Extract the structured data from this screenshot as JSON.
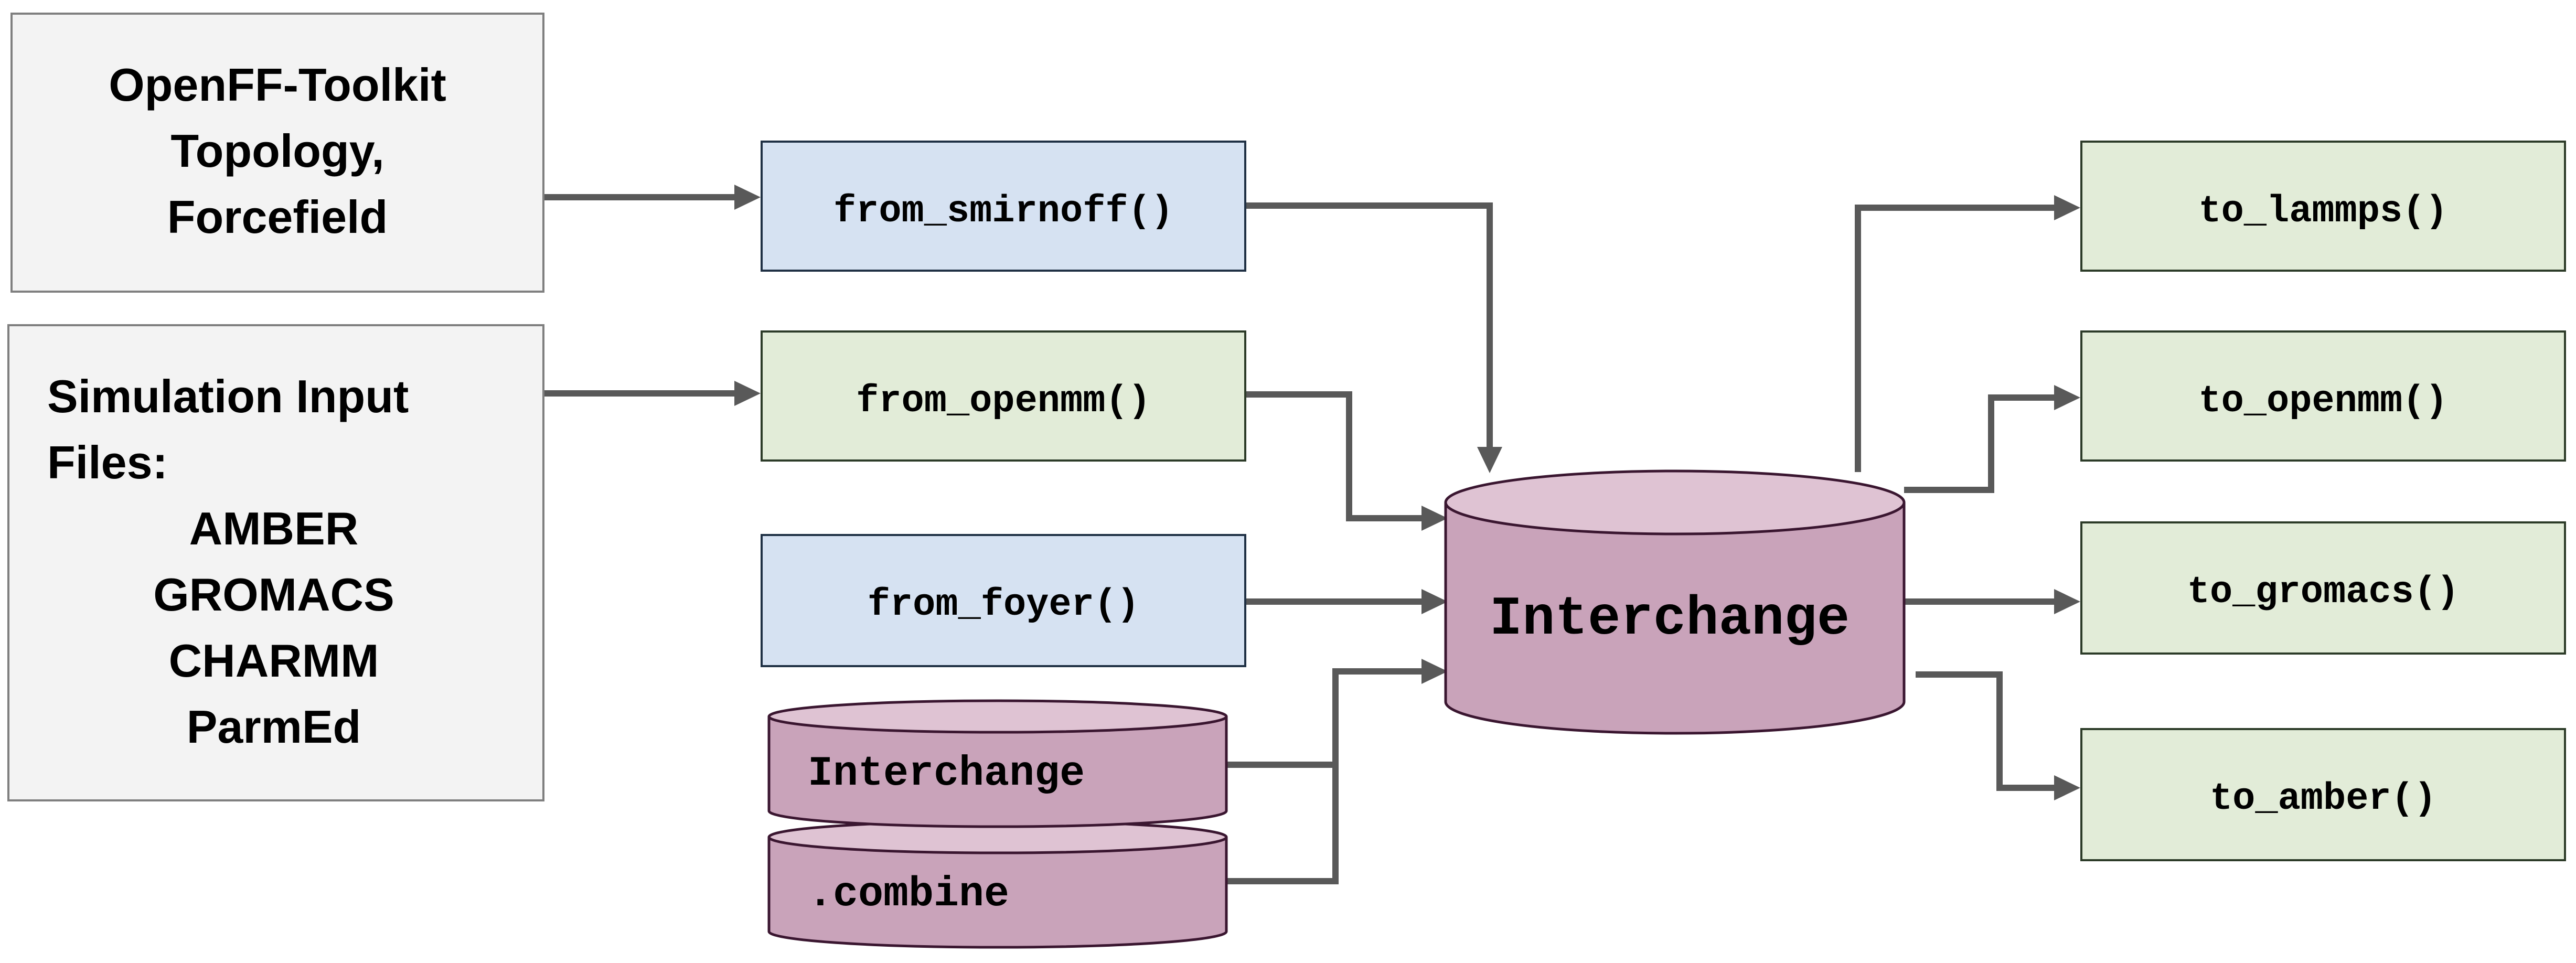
{
  "sources": {
    "openff": {
      "lines": [
        "OpenFF-Toolkit",
        "Topology,",
        "Forcefield"
      ]
    },
    "simulation": {
      "title_lines": [
        "Simulation Input",
        "Files:"
      ],
      "formats": [
        "AMBER",
        "GROMACS",
        "CHARMM",
        "ParmEd"
      ]
    }
  },
  "importers": {
    "from_smirnoff": "from_smirnoff()",
    "from_openmm": "from_openmm()",
    "from_foyer": "from_foyer()",
    "combine": {
      "top": "Interchange",
      "bottom": ".combine"
    }
  },
  "hub": {
    "label": "Interchange"
  },
  "exporters": {
    "to_lammps": "to_lammps()",
    "to_openmm": "to_openmm()",
    "to_gromacs": "to_gromacs()",
    "to_amber": "to_amber()"
  },
  "colors": {
    "source_fill": "#f3f3f3",
    "blue_fill": "#d6e2f2",
    "green_fill": "#e2ecd8",
    "cylinder_body": "#c9a3ba",
    "cylinder_top": "#dfc3d3",
    "arrow": "#595959"
  }
}
